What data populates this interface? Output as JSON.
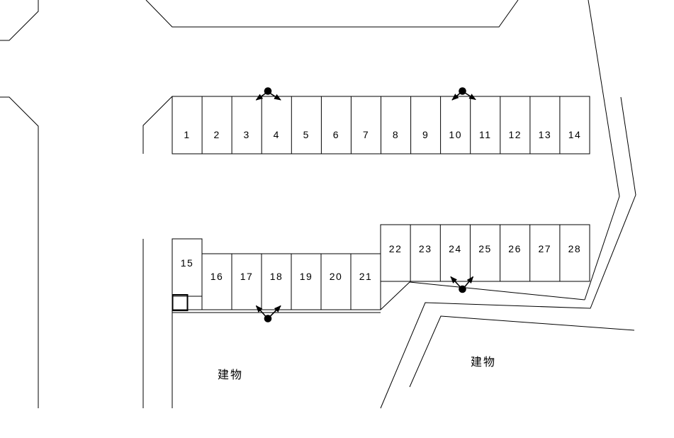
{
  "colors": {
    "background": "#ffffff",
    "line": "#000000",
    "streetlight": "#000000"
  },
  "spaces": {
    "north_row": [
      "1",
      "2",
      "3",
      "4",
      "5",
      "6",
      "7",
      "8",
      "9",
      "10",
      "11",
      "12",
      "13",
      "14"
    ],
    "space15": "15",
    "west_row": [
      "16",
      "17",
      "18",
      "19",
      "20",
      "21"
    ],
    "east_row": [
      "22",
      "23",
      "24",
      "25",
      "26",
      "27",
      "28"
    ]
  },
  "annotations": {
    "building_west": "建物",
    "building_east": "建物"
  },
  "icons": {
    "streetlight": "filled-dot-with-two-diverging-arrows"
  }
}
